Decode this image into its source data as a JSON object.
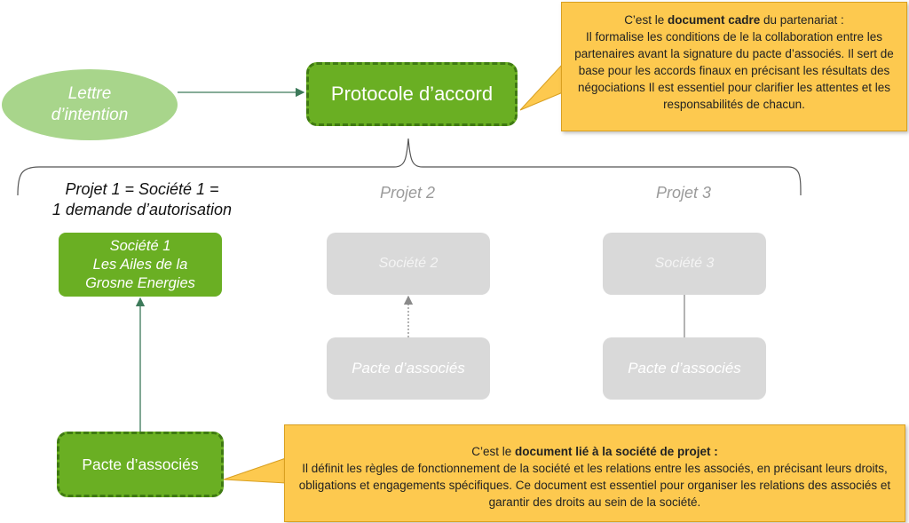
{
  "lettre": {
    "line1": "Lettre",
    "line2": "d’intention"
  },
  "protocole": {
    "label": "Protocole d’accord"
  },
  "callout_top": {
    "prefix": "C’est le ",
    "bold": "document cadre",
    "suffix": " du partenariat :",
    "body": "Il formalise les conditions de le la collaboration entre les partenaires avant la signature du pacte d’associés. Il sert de base pour les accords finaux en précisant les résultats des négociations Il est essentiel pour clarifier les attentes et les responsabilités de chacun."
  },
  "projet1": {
    "line1": "Projet 1 = Société 1 =",
    "line2": "1 demande d’autorisation"
  },
  "projet2": {
    "label": "Projet 2"
  },
  "projet3": {
    "label": "Projet 3"
  },
  "societe1": {
    "line1": "Société 1",
    "line2": "Les Ailes de la",
    "line3": "Grosne Energies"
  },
  "societe2": {
    "label": "Société 2"
  },
  "societe3": {
    "label": "Société 3"
  },
  "pacte2": {
    "label": "Pacte d’associés"
  },
  "pacte3": {
    "label": "Pacte d’associés"
  },
  "pacte1": {
    "label": "Pacte d’associés"
  },
  "callout_bottom": {
    "prefix": "C’est le ",
    "bold": "document lié à la société de projet :",
    "body": "Il définit les règles de fonctionnement de la société et les relations entre les associés, en précisant leurs droits, obligations et engagements spécifiques. Ce document est essentiel pour organiser les relations des associés et garantir des droits au sein de la société."
  },
  "colors": {
    "green": "#6aaf23",
    "light_green": "#a8d58b",
    "callout": "#fdc94f",
    "grey_box": "#d9d9d9"
  }
}
